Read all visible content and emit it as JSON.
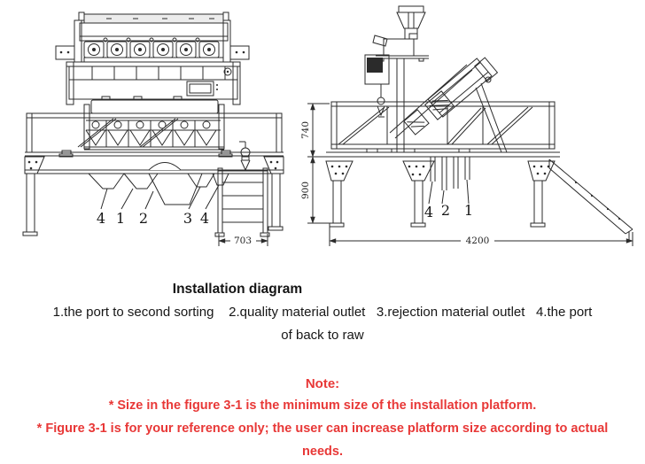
{
  "figure": {
    "caption": "Installation diagram",
    "legend_line1": "1.the port to second sorting    2.quality material outlet   3.rejection material outlet   4.the port",
    "legend_line2": "of back to raw",
    "front_view": {
      "callouts": [
        "4",
        "1",
        "2",
        "3",
        "4"
      ],
      "ladder_width_dim": "703"
    },
    "side_view": {
      "callouts": [
        "4",
        "2",
        "1"
      ],
      "upper_height_dim": "740",
      "leg_height_dim": "900",
      "platform_length_dim": "4200"
    }
  },
  "note": {
    "title": "Note:",
    "line1": "* Size in the figure 3-1 is the minimum size of the installation platform.",
    "line2": "* Figure 3-1 is for your reference only; the user can increase platform size according to actual",
    "line3": "needs."
  },
  "colors": {
    "diagram_line": "#2b2b2b",
    "text": "#161616",
    "note_red": "#e83837",
    "background": "#ffffff"
  }
}
